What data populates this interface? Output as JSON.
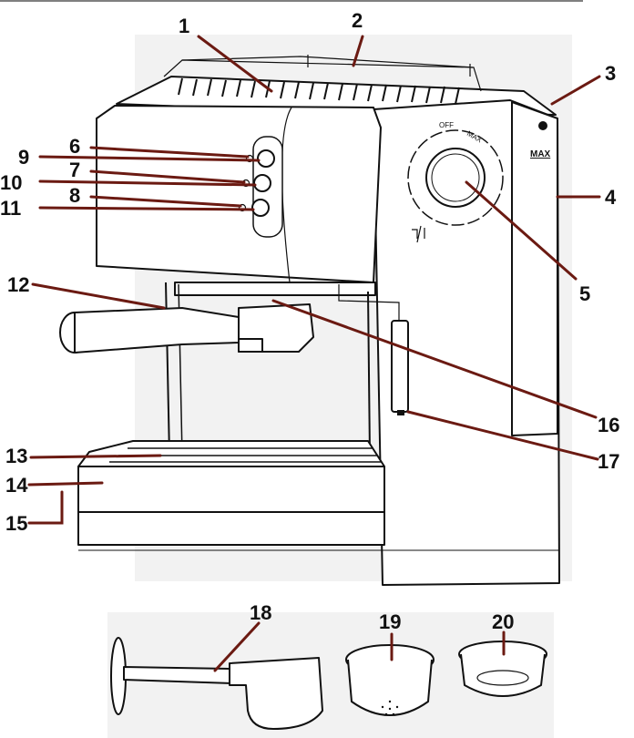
{
  "labels": {
    "l1": "1",
    "l2": "2",
    "l3": "3",
    "l4": "4",
    "l5": "5",
    "l6": "6",
    "l7": "7",
    "l8": "8",
    "l9": "9",
    "l10": "10",
    "l11": "11",
    "l12": "12",
    "l13": "13",
    "l14": "14",
    "l15": "15",
    "l16": "16",
    "l17": "17",
    "l18": "18",
    "l19": "19",
    "l20": "20"
  },
  "dial": {
    "off": "OFF",
    "max": "MAX"
  },
  "tank": {
    "max": "MAX"
  },
  "colors": {
    "leader": "#6b1a12",
    "outline": "#111111",
    "backdrop": "#f2f2f2"
  }
}
